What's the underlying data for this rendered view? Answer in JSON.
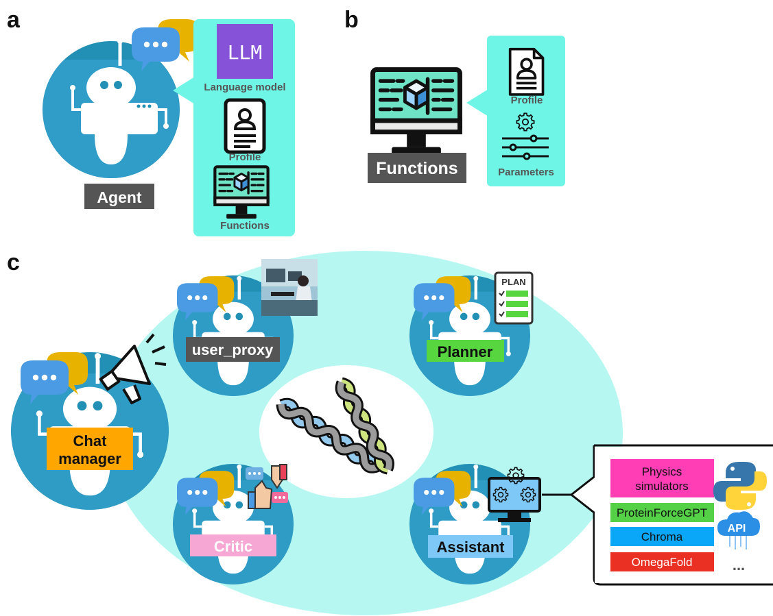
{
  "panel_a": {
    "letter": "a",
    "llm_box": "LLM",
    "language_model_label": "Language model",
    "profile_label": "Profile",
    "functions_label": "Functions",
    "agent_label": "Agent"
  },
  "panel_b": {
    "letter": "b",
    "functions_label": "Functions",
    "profile_label": "Profile",
    "parameters_label": "Parameters"
  },
  "panel_c": {
    "letter": "c",
    "plan_label": "PLAN",
    "agents": {
      "user_proxy": "user_proxy",
      "planner": "Planner",
      "chat_manager_1": "Chat",
      "chat_manager_2": "manager",
      "critic": "Critic",
      "assistant": "Assistant"
    },
    "tools": {
      "physics_1": "Physics",
      "physics_2": "simulators",
      "proteinforcegpt": "ProteinForceGPT",
      "chroma": "Chroma",
      "omegafold": "OmegaFold",
      "more": "...",
      "api_label": "API"
    }
  },
  "colors": {
    "agent_dark": "#2290b5",
    "agent_light": "#3aa7d6",
    "teal_panel": "#6ff5e6",
    "ellipse": "#b6f8f1",
    "label_gray": "#555555",
    "llm_purple": "#8552d8",
    "planner_green": "#57d63f",
    "chat_orange": "#ffa600",
    "critic_pink": "#f6a7d3",
    "assistant_blue": "#7ec8f7",
    "physics_pink": "#ff3db5",
    "proteinforce_green": "#55d147",
    "chroma_blue": "#0aa6f7",
    "omegafold_red": "#ea3022",
    "bubble_blue": "#4a9be3",
    "bubble_yellow": "#e8b300"
  },
  "icons": [
    "chat-bubbles-icon",
    "robot-icon",
    "profile-document-icon",
    "monitor-functions-icon",
    "gear-icon",
    "sliders-icon",
    "plan-checklist-icon",
    "megaphone-icon",
    "thumbs-feedback-icon",
    "gear-monitor-icon",
    "python-logo-icon",
    "api-cloud-icon",
    "protein-helix-icon",
    "researcher-image"
  ]
}
